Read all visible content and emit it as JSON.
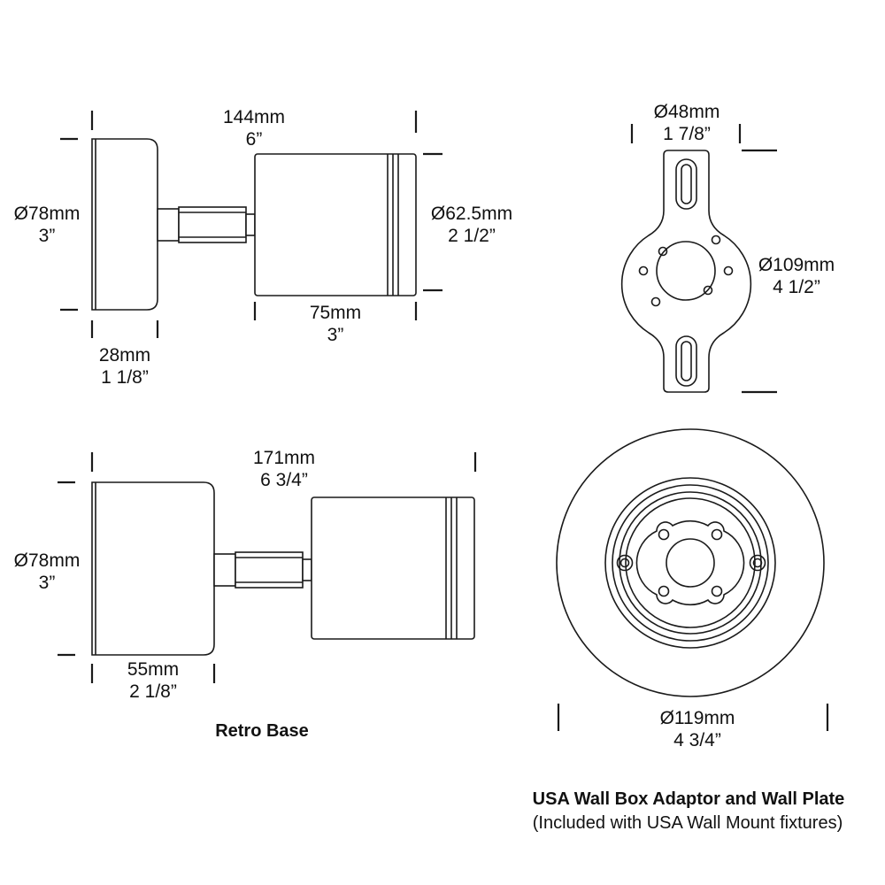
{
  "dimensions": {
    "top_left": {
      "length_mm": "144mm",
      "length_in": "6”",
      "base_dia_mm": "Ø78mm",
      "base_dia_in": "3”",
      "head_dia_mm": "Ø62.5mm",
      "head_dia_in": "2 1/2”",
      "head_len_mm": "75mm",
      "head_len_in": "3”",
      "base_depth_mm": "28mm",
      "base_depth_in": "1 1/8”"
    },
    "top_right": {
      "slot_dia_mm": "Ø48mm",
      "slot_dia_in": "1 7/8”",
      "plate_dia_mm": "Ø109mm",
      "plate_dia_in": "4 1/2”"
    },
    "bottom_left": {
      "length_mm": "171mm",
      "length_in": "6 3/4”",
      "base_dia_mm": "Ø78mm",
      "base_dia_in": "3”",
      "base_depth_mm": "55mm",
      "base_depth_in": "2 1/8”",
      "caption": "Retro Base"
    },
    "bottom_right": {
      "dia_mm": "Ø119mm",
      "dia_in": "4 3/4”"
    }
  },
  "caption": {
    "title": "USA Wall Box Adaptor and Wall Plate",
    "subtitle": "(Included with USA Wall Mount fixtures)"
  }
}
